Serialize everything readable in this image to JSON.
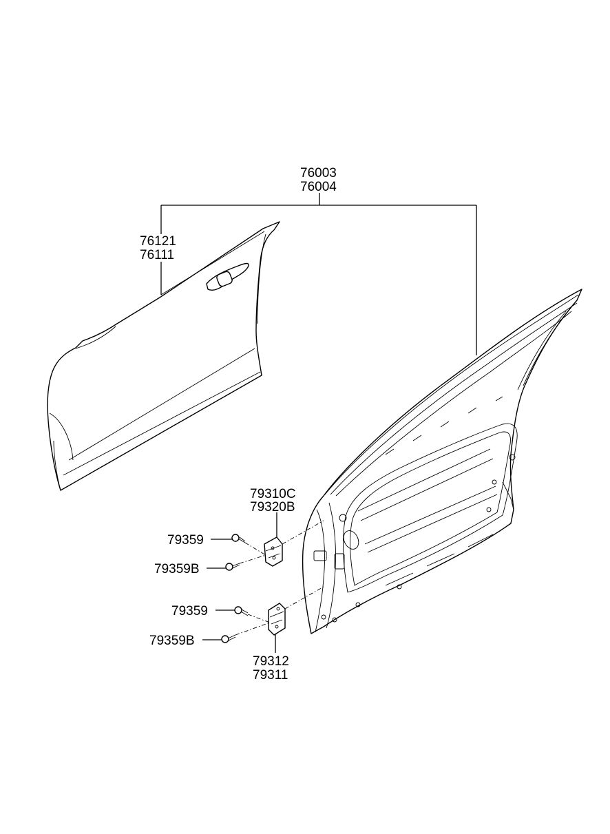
{
  "labels": {
    "assembly_top": "76003",
    "assembly_bottom": "76004",
    "panel_top": "76121",
    "panel_bottom": "76111",
    "upper_hinge_top": "79310C",
    "upper_hinge_bottom": "79320B",
    "upper_bolt_a": "79359",
    "upper_bolt_b": "79359B",
    "lower_bolt_a": "79359",
    "lower_bolt_b": "79359B",
    "lower_hinge_top": "79312",
    "lower_hinge_bottom": "79311"
  }
}
